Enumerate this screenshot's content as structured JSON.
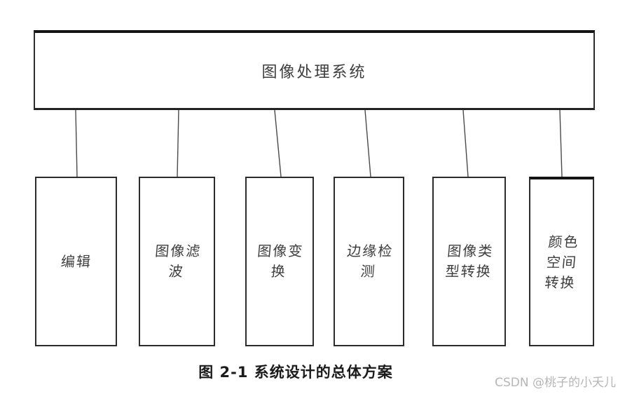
{
  "diagram": {
    "root": {
      "label": "图像处理系统"
    },
    "children": [
      {
        "label": "编辑"
      },
      {
        "label": "图像滤\n波"
      },
      {
        "label": "图像变\n换"
      },
      {
        "label": "边缘检\n测"
      },
      {
        "label": "图像类\n型转换"
      },
      {
        "label": "颜色\n空间\n转换"
      }
    ],
    "caption": "图 2-1 系统设计的总体方案",
    "watermark": "CSDN @桃子的小夭儿",
    "colors": {
      "background": "#ffffff",
      "box_border": "#2c2c2c",
      "connector_line": "#4a4a4a",
      "label_text": "#3d3d3d",
      "caption_text": "#1b1b1b",
      "watermark_text": "#b6b6b6"
    }
  }
}
